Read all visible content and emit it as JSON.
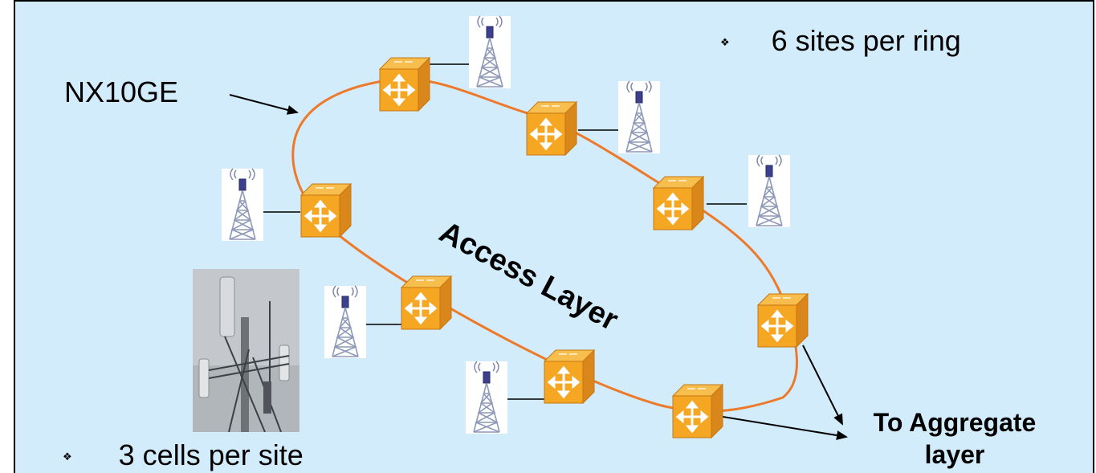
{
  "labels": {
    "device_model": "NX10GE",
    "sites_per_ring": "6 sites per ring",
    "cells_per_site": "3 cells per site",
    "layer_name": "Access Layer",
    "uplink_line1": "To Aggregate",
    "uplink_line2": "layer"
  },
  "bullet_glyph": "❖",
  "colors": {
    "background": "#d3ecfb",
    "ring": "#ed7a2b",
    "switch_face": "#f5a623",
    "switch_side": "#d9861a",
    "tower": "#8e99b8"
  },
  "icons": {
    "switch": "network-switch-icon",
    "tower": "cell-tower-icon",
    "photo": "cell-site-photo"
  }
}
